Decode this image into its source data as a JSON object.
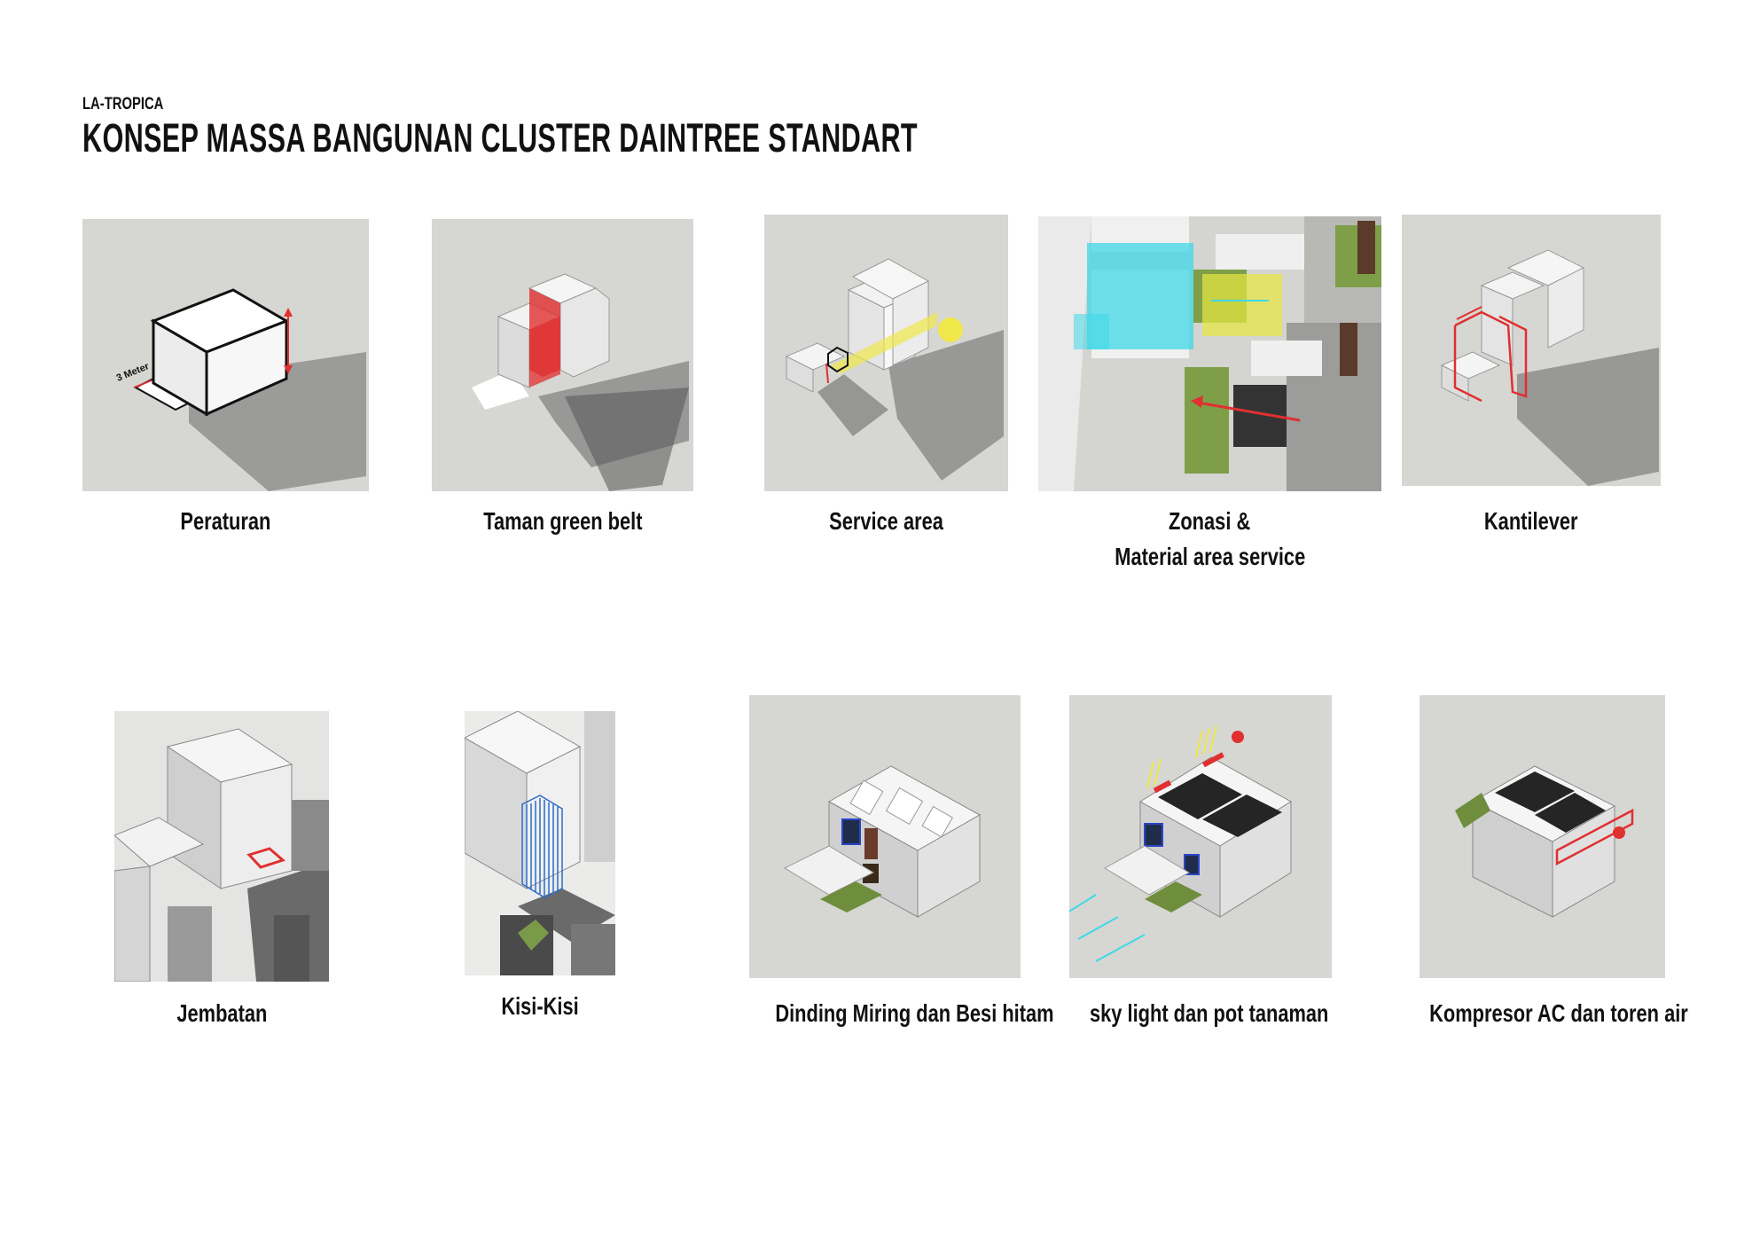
{
  "header": {
    "brand": "LA-TROPICA",
    "title": "KONSEP MASSA BANGUNAN CLUSTER DAINTREE STANDART"
  },
  "panels": [
    {
      "caption": "Peraturan",
      "annotation": "3 Meter"
    },
    {
      "caption": "Taman green belt"
    },
    {
      "caption": "Service area"
    },
    {
      "caption_line1": "Zonasi &",
      "caption_line2": "Material area service"
    },
    {
      "caption": "Kantilever"
    },
    {
      "caption": "Jembatan"
    },
    {
      "caption": "Kisi-Kisi"
    },
    {
      "caption": "Dinding Miring dan Besi hitam"
    },
    {
      "caption": "sky light dan pot tanaman"
    },
    {
      "caption": "Kompresor AC dan toren air"
    }
  ],
  "colors": {
    "panel_bg": "#d6d6d2",
    "accent_red": "#e03030",
    "accent_yellow": "#f0e84a",
    "accent_cyan": "#3fd8e8",
    "accent_green": "#7a9a4a",
    "accent_blue": "#2b45c8"
  }
}
